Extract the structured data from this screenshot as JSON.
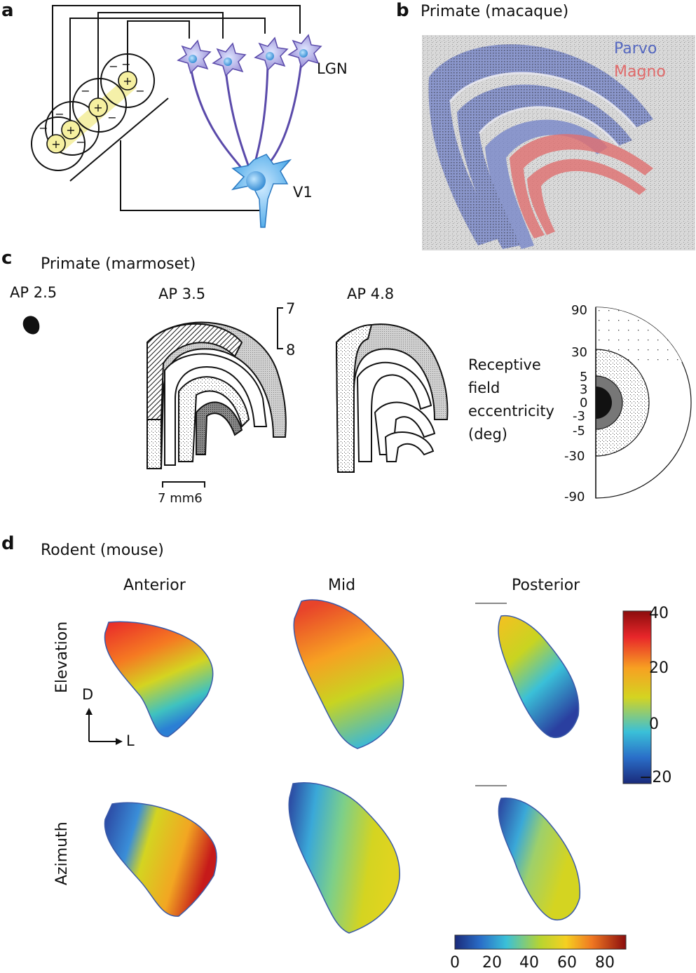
{
  "panel_a": {
    "letter": "a",
    "lgn_label": "LGN",
    "v1_label": "V1",
    "plus": "+",
    "minus": "−"
  },
  "panel_b": {
    "letter": "b",
    "title": "Primate (macaque)",
    "legend_parvo": "Parvo",
    "legend_magno": "Magno",
    "colors": {
      "parvo": "#6c7fc4",
      "magno": "#e06a6a"
    }
  },
  "panel_c": {
    "letter": "c",
    "title": "Primate (marmoset)",
    "ap_labels": [
      "AP 2.5",
      "AP 3.5",
      "AP 4.8"
    ],
    "layer_top": "7",
    "layer_bottom": "8",
    "scale_bar": [
      "7",
      "mm",
      "6"
    ],
    "legend_label": [
      "Receptive",
      "field",
      "eccentricity",
      "(deg)"
    ],
    "eccentricity_ticks": [
      "90",
      "30",
      "5",
      "3",
      "0",
      "-3",
      "-5",
      "-30",
      "-90"
    ]
  },
  "panel_d": {
    "letter": "d",
    "title": "Rodent (mouse)",
    "columns": [
      "Anterior",
      "Mid",
      "Posterior"
    ],
    "rows": [
      "Elevation",
      "Azimuth"
    ],
    "axis_d": "D",
    "axis_l": "L",
    "elevation_colorbar": {
      "ticks": [
        "40",
        "20",
        "0",
        "−20"
      ],
      "range": [
        -20,
        40
      ]
    },
    "azimuth_colorbar": {
      "ticks": [
        "0",
        "20",
        "40",
        "60",
        "80"
      ],
      "range": [
        0,
        90
      ]
    }
  }
}
